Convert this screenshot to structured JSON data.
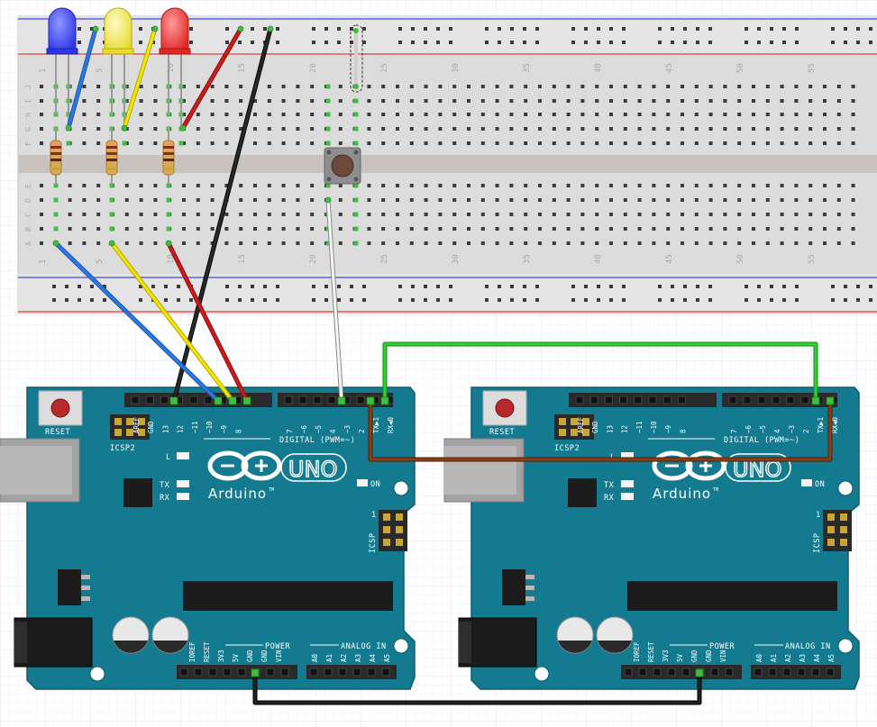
{
  "breadboard": {
    "column_numbers": [
      "1",
      "5",
      "10",
      "15",
      "20",
      "25",
      "30",
      "35",
      "40",
      "45",
      "50",
      "55"
    ],
    "row_letters_top": [
      "J",
      "I",
      "H",
      "G",
      "F"
    ],
    "row_letters_bottom": [
      "E",
      "D",
      "C",
      "B",
      "A"
    ]
  },
  "boards": [
    {
      "reset_label": "RESET",
      "icsp2_label": "ICSP2",
      "digital_label": "DIGITAL (PWM=~)",
      "brand": "Arduino",
      "trademark": "TM",
      "model": "UNO",
      "led_l": "L",
      "led_tx": "TX",
      "led_rx": "RX",
      "led_on": "ON",
      "icsp_label": "ICSP",
      "icsp_pin1": "1",
      "power_label": "POWER",
      "analog_label": "ANALOG IN",
      "digital_pins": [
        "AREF",
        "GND",
        "13",
        "12",
        "~11",
        "~10",
        "~9",
        "8",
        "7",
        "~6",
        "~5",
        "4",
        "~3",
        "2",
        "TX▶1",
        "RX◀0"
      ],
      "power_pins": [
        "IOREF",
        "RESET",
        "3V3",
        "5V",
        "GND",
        "GND",
        "VIN"
      ],
      "analog_pins": [
        "A0",
        "A1",
        "A2",
        "A3",
        "A4",
        "A5"
      ]
    },
    {
      "reset_label": "RESET",
      "icsp2_label": "ICSP2",
      "digital_label": "DIGITAL (PWM=~)",
      "brand": "Arduino",
      "trademark": "TM",
      "model": "UNO",
      "led_l": "L",
      "led_tx": "TX",
      "led_rx": "RX",
      "led_on": "ON",
      "icsp_label": "ICSP",
      "icsp_pin1": "1",
      "power_label": "POWER",
      "analog_label": "ANALOG IN",
      "digital_pins": [
        "AREF",
        "GND",
        "13",
        "12",
        "~11",
        "~10",
        "~9",
        "8",
        "7",
        "~6",
        "~5",
        "4",
        "~3",
        "2",
        "TX▶1",
        "RX◀0"
      ],
      "power_pins": [
        "IOREF",
        "RESET",
        "3V3",
        "5V",
        "GND",
        "GND",
        "VIN"
      ],
      "analog_pins": [
        "A0",
        "A1",
        "A2",
        "A3",
        "A4",
        "A5"
      ]
    }
  ],
  "components": {
    "leds": [
      {
        "color": "blue",
        "fill": "#2e36e8"
      },
      {
        "color": "yellow",
        "fill": "#f4ee4a"
      },
      {
        "color": "red",
        "fill": "#e83232"
      }
    ],
    "resistor_count": 3,
    "pushbutton_count": 1
  },
  "wires": [
    {
      "id": "blue-led-wire",
      "color": "#2a6fd6"
    },
    {
      "id": "yellow-led-wire",
      "color": "#f0e400"
    },
    {
      "id": "red-led-wire",
      "color": "#c51818"
    },
    {
      "id": "black-gnd-wire",
      "color": "#202020"
    },
    {
      "id": "blue-pin11-wire",
      "color": "#2a6fd6"
    },
    {
      "id": "yellow-pin10-wire",
      "color": "#f0e400"
    },
    {
      "id": "red-pin9-wire",
      "color": "#c51818"
    },
    {
      "id": "white-pin3-wire",
      "color": "#f2f2f2"
    },
    {
      "id": "green-rx-tx-wire",
      "color": "#22c422"
    },
    {
      "id": "brown-tx-rx-wire",
      "color": "#8a3a12"
    },
    {
      "id": "black-gnd-gnd-wire",
      "color": "#111111"
    }
  ]
}
